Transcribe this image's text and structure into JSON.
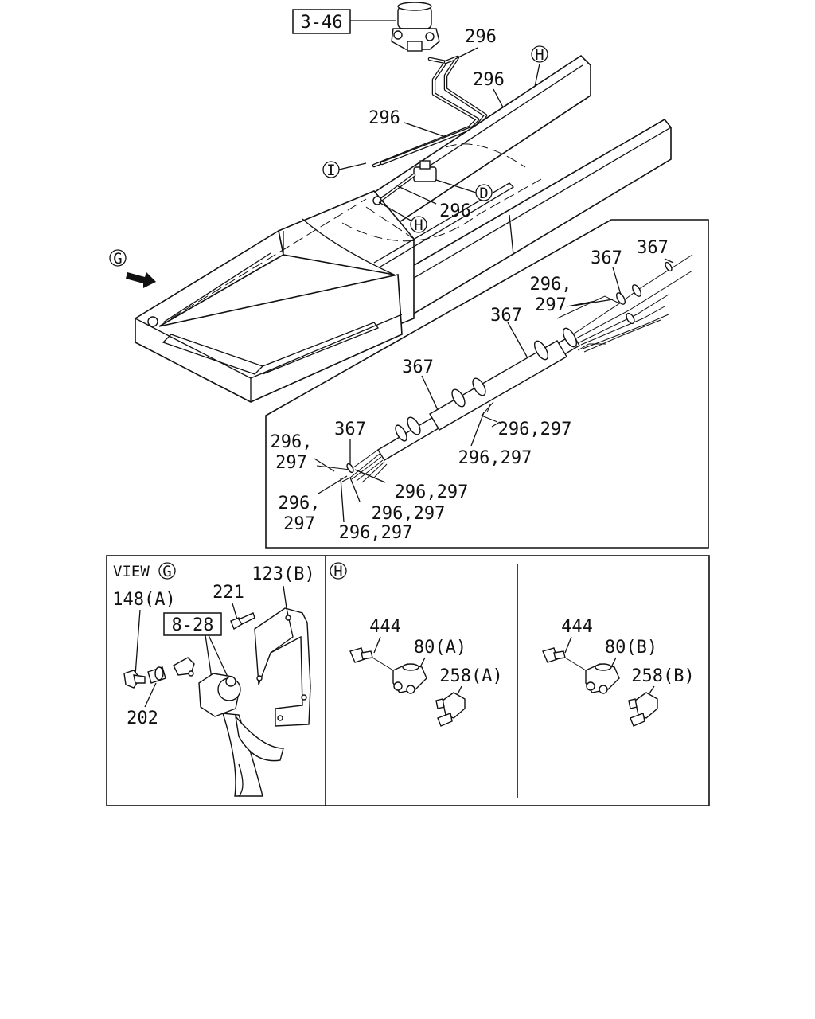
{
  "callouts": {
    "ref_3_46": "3-46",
    "ref_8_28": "8-28",
    "p296_a": "296",
    "p296_b": "296",
    "p296_c": "296",
    "p296_d": "296",
    "view_h_top": "H",
    "view_h_mid": "H",
    "view_i": "I",
    "view_d": "D",
    "view_g": "G"
  },
  "inset": {
    "l367_a": "367",
    "l367_b": "367",
    "l367_c": "367",
    "l367_d": "367",
    "l367_e": "367",
    "l296_1": "296,",
    "l297_1": "297",
    "l296_2": "296,",
    "l297_2": "297",
    "l296_3": "296,",
    "l297_3": "297",
    "l296297_a": "296,297",
    "l296297_b": "296,297",
    "l296297_c": "296,297",
    "l296297_d": "296,297",
    "l296297_e": "296,297"
  },
  "view_g": {
    "title": "VIEW",
    "circle": "G",
    "l148a": "148(A)",
    "l221": "221",
    "l123b": "123(B)",
    "l202": "202"
  },
  "view_h": {
    "circle": "H",
    "left": {
      "l444": "444",
      "l80": "80(A)",
      "l258": "258(A)"
    },
    "right": {
      "l444": "444",
      "l80": "80(B)",
      "l258": "258(B)"
    }
  }
}
